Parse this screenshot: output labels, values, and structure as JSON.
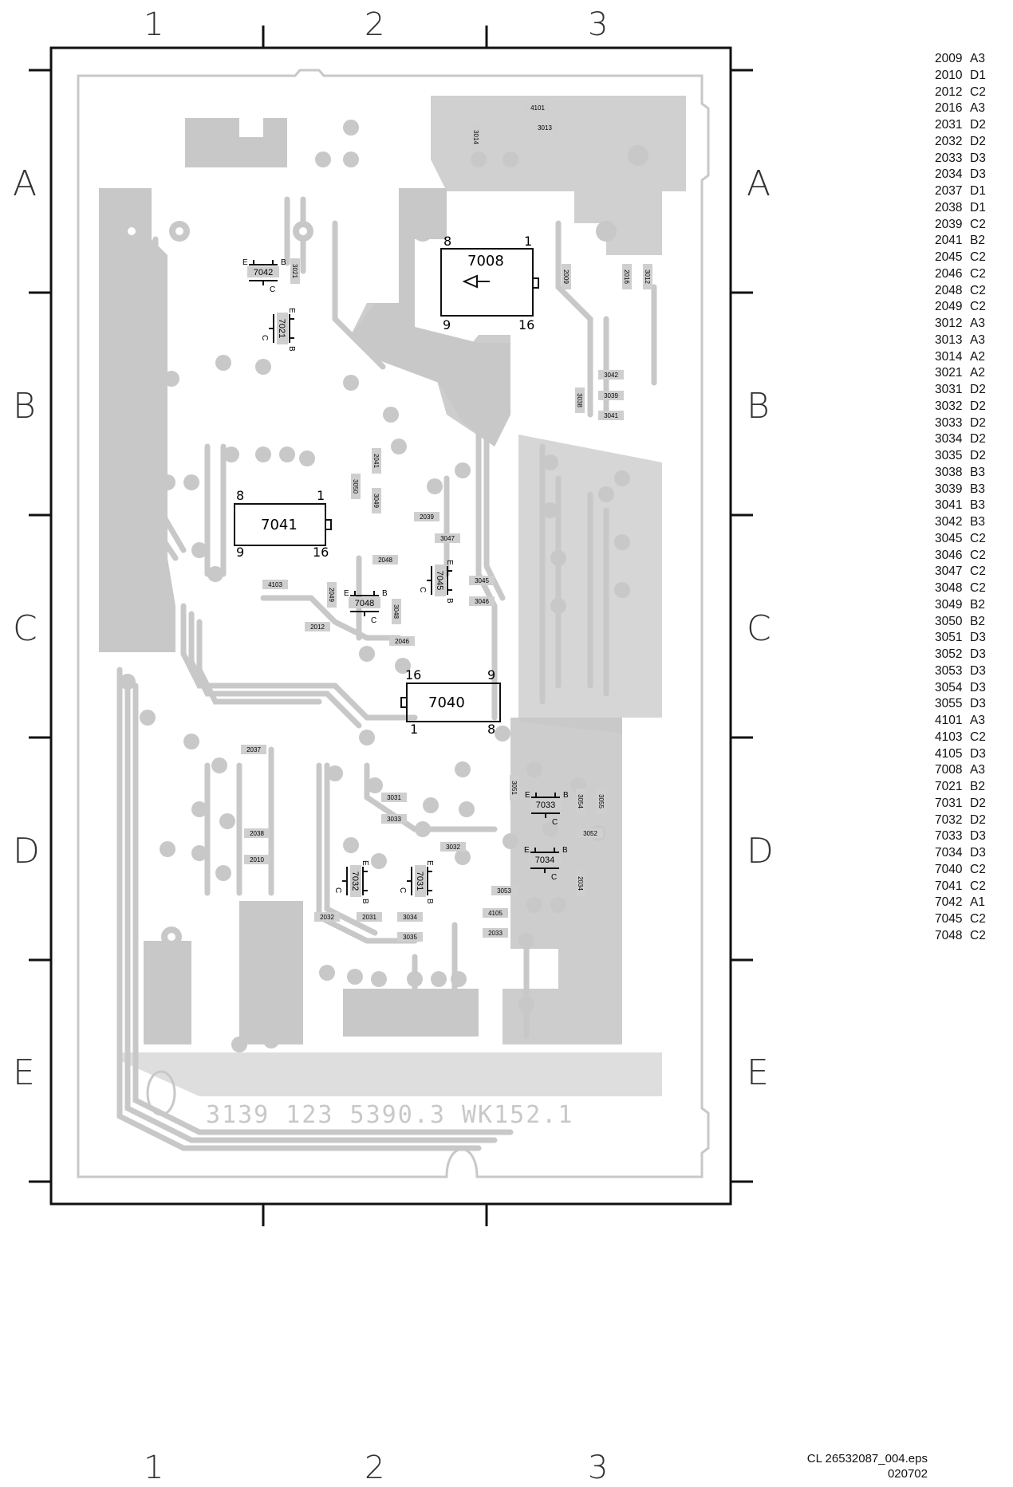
{
  "grid": {
    "columns": [
      "1",
      "2",
      "3"
    ],
    "rows": [
      "A",
      "B",
      "C",
      "D",
      "E"
    ]
  },
  "board": {
    "silkscreen": "3139 123 5390.3 WK152.1",
    "ic_7008": {
      "ref": "7008",
      "pin_tl": "8",
      "pin_tr": "1",
      "pin_bl": "9",
      "pin_br": "16"
    },
    "ic_7041": {
      "ref": "7041",
      "pin_tl": "8",
      "pin_tr": "1",
      "pin_bl": "9",
      "pin_br": "16"
    },
    "ic_7040": {
      "ref": "7040",
      "pin_tl": "16",
      "pin_tr": "9",
      "pin_bl": "1",
      "pin_br": "8"
    },
    "transistors": [
      {
        "ref": "7042",
        "e": "E",
        "b": "B",
        "c": "C"
      },
      {
        "ref": "7021",
        "e": "E",
        "b": "B",
        "c": "C"
      },
      {
        "ref": "7045",
        "e": "E",
        "b": "B",
        "c": "C"
      },
      {
        "ref": "7048",
        "e": "E",
        "b": "B",
        "c": "C"
      },
      {
        "ref": "7033",
        "e": "E",
        "b": "B",
        "c": "C"
      },
      {
        "ref": "7034",
        "e": "E",
        "b": "B",
        "c": "C"
      },
      {
        "ref": "7032",
        "e": "E",
        "b": "B",
        "c": "C"
      },
      {
        "ref": "7031",
        "e": "E",
        "b": "B",
        "c": "C"
      }
    ],
    "components": [
      "4101",
      "3013",
      "3014",
      "3021",
      "2009",
      "2016",
      "3012",
      "3042",
      "3039",
      "3038",
      "3041",
      "2041",
      "3050",
      "3049",
      "2039",
      "3047",
      "2048",
      "3045",
      "3046",
      "4103",
      "2049",
      "3048",
      "2012",
      "2046",
      "2037",
      "3031",
      "3033",
      "3032",
      "3051",
      "3054",
      "3055",
      "3052",
      "2038",
      "2010",
      "3053",
      "2034",
      "2032",
      "2031",
      "3034",
      "3035",
      "4105",
      "2033"
    ]
  },
  "legend": [
    {
      "ref": "2009",
      "loc": "A3"
    },
    {
      "ref": "2010",
      "loc": "D1"
    },
    {
      "ref": "2012",
      "loc": "C2"
    },
    {
      "ref": "2016",
      "loc": "A3"
    },
    {
      "ref": "2031",
      "loc": "D2"
    },
    {
      "ref": "2032",
      "loc": "D2"
    },
    {
      "ref": "2033",
      "loc": "D3"
    },
    {
      "ref": "2034",
      "loc": "D3"
    },
    {
      "ref": "2037",
      "loc": "D1"
    },
    {
      "ref": "2038",
      "loc": "D1"
    },
    {
      "ref": "2039",
      "loc": "C2"
    },
    {
      "ref": "2041",
      "loc": "B2"
    },
    {
      "ref": "2045",
      "loc": "C2"
    },
    {
      "ref": "2046",
      "loc": "C2"
    },
    {
      "ref": "2048",
      "loc": "C2"
    },
    {
      "ref": "2049",
      "loc": "C2"
    },
    {
      "ref": "3012",
      "loc": "A3"
    },
    {
      "ref": "3013",
      "loc": "A3"
    },
    {
      "ref": "3014",
      "loc": "A2"
    },
    {
      "ref": "3021",
      "loc": "A2"
    },
    {
      "ref": "3031",
      "loc": "D2"
    },
    {
      "ref": "3032",
      "loc": "D2"
    },
    {
      "ref": "3033",
      "loc": "D2"
    },
    {
      "ref": "3034",
      "loc": "D2"
    },
    {
      "ref": "3035",
      "loc": "D2"
    },
    {
      "ref": "3038",
      "loc": "B3"
    },
    {
      "ref": "3039",
      "loc": "B3"
    },
    {
      "ref": "3041",
      "loc": "B3"
    },
    {
      "ref": "3042",
      "loc": "B3"
    },
    {
      "ref": "3045",
      "loc": "C2"
    },
    {
      "ref": "3046",
      "loc": "C2"
    },
    {
      "ref": "3047",
      "loc": "C2"
    },
    {
      "ref": "3048",
      "loc": "C2"
    },
    {
      "ref": "3049",
      "loc": "B2"
    },
    {
      "ref": "3050",
      "loc": "B2"
    },
    {
      "ref": "3051",
      "loc": "D3"
    },
    {
      "ref": "3052",
      "loc": "D3"
    },
    {
      "ref": "3053",
      "loc": "D3"
    },
    {
      "ref": "3054",
      "loc": "D3"
    },
    {
      "ref": "3055",
      "loc": "D3"
    },
    {
      "ref": "4101",
      "loc": "A3"
    },
    {
      "ref": "4103",
      "loc": "C2"
    },
    {
      "ref": "4105",
      "loc": "D3"
    },
    {
      "ref": "7008",
      "loc": "A3"
    },
    {
      "ref": "7021",
      "loc": "B2"
    },
    {
      "ref": "7031",
      "loc": "D2"
    },
    {
      "ref": "7032",
      "loc": "D2"
    },
    {
      "ref": "7033",
      "loc": "D3"
    },
    {
      "ref": "7034",
      "loc": "D3"
    },
    {
      "ref": "7040",
      "loc": "C2"
    },
    {
      "ref": "7041",
      "loc": "C2"
    },
    {
      "ref": "7042",
      "loc": "A1"
    },
    {
      "ref": "7045",
      "loc": "C2"
    },
    {
      "ref": "7048",
      "loc": "C2"
    }
  ],
  "footer": {
    "file": "CL 26532087_004.eps",
    "code": "020702"
  },
  "colors": {
    "copper": "#c8c8c8",
    "outline": "#111111",
    "label_bg": "#cfcfcf"
  }
}
